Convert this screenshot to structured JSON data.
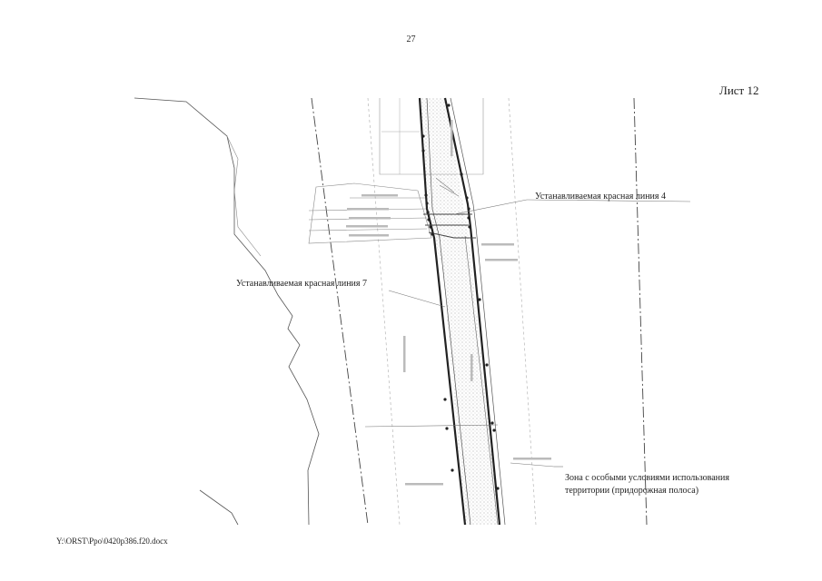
{
  "page": {
    "number": "27",
    "sheet": "Лист 12",
    "footer_path": "Y:\\ORST\\Ppo\\0420p386.f20.docx"
  },
  "map": {
    "labels": {
      "red_line_4": "Устанавливаемая красная линия 4",
      "red_line_7": "Устанавливаемая красная линия 7",
      "zone_line1": "Зона с особыми условиями использования",
      "zone_line2": "территории (придорожная полоса)"
    }
  }
}
